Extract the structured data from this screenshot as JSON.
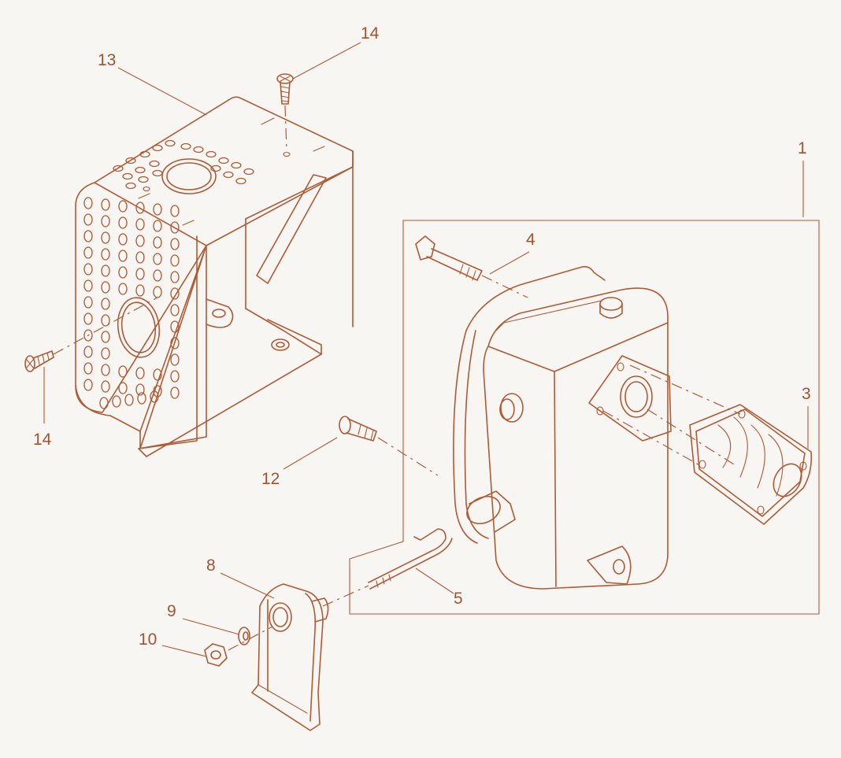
{
  "colors": {
    "line": "#b05a35",
    "text": "#a4522f",
    "background": "#f7f6f3"
  },
  "callouts": [
    {
      "id": "c13",
      "label": "13"
    },
    {
      "id": "c14a",
      "label": "14"
    },
    {
      "id": "c14b",
      "label": "14"
    },
    {
      "id": "c1",
      "label": "1"
    },
    {
      "id": "c4",
      "label": "4"
    },
    {
      "id": "c3",
      "label": "3"
    },
    {
      "id": "c12",
      "label": "12"
    },
    {
      "id": "c5",
      "label": "5"
    },
    {
      "id": "c8",
      "label": "8"
    },
    {
      "id": "c9",
      "label": "9"
    },
    {
      "id": "c10",
      "label": "10"
    }
  ]
}
